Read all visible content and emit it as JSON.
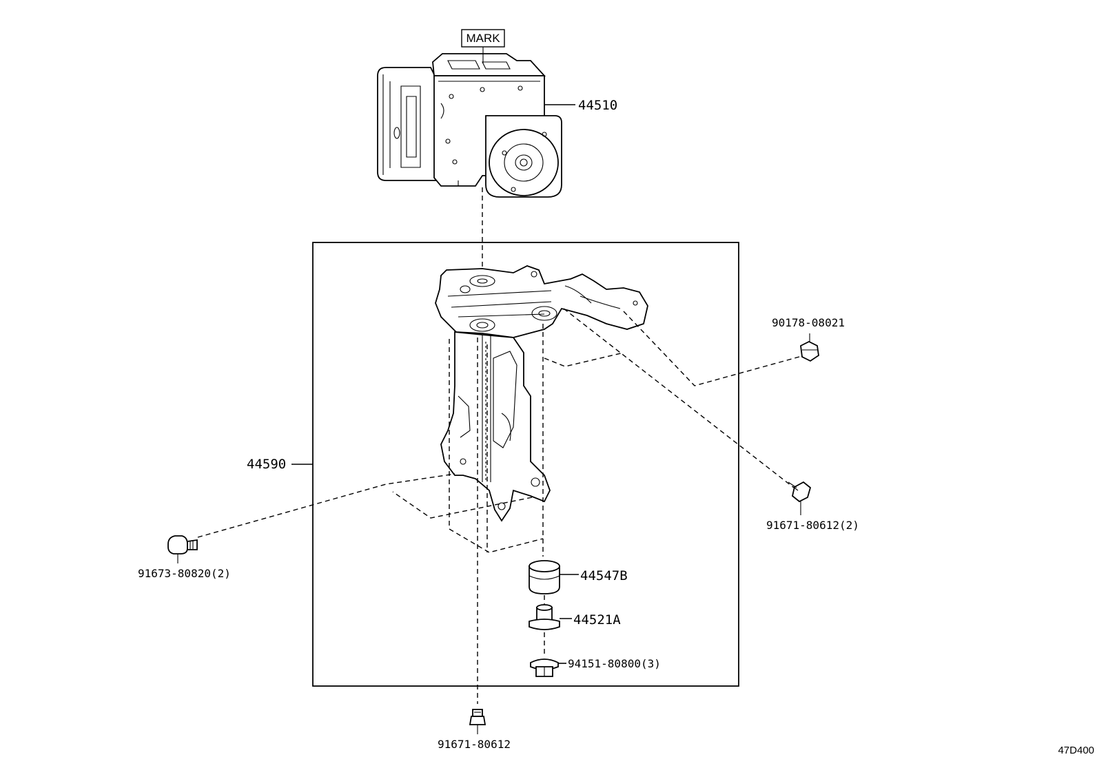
{
  "parts": {
    "mark": "MARK",
    "actuator": "44510",
    "bracket": "44590",
    "bolt_upper_right": "90178-08021",
    "bolt_right": "91671-80612(2)",
    "bolt_left": "91673-80820(2)",
    "cushion": "44547B",
    "collar": "44521A",
    "nut": "94151-80800(3)",
    "bolt_bottom": "91671-80612"
  },
  "diagram_ref": "47D400"
}
